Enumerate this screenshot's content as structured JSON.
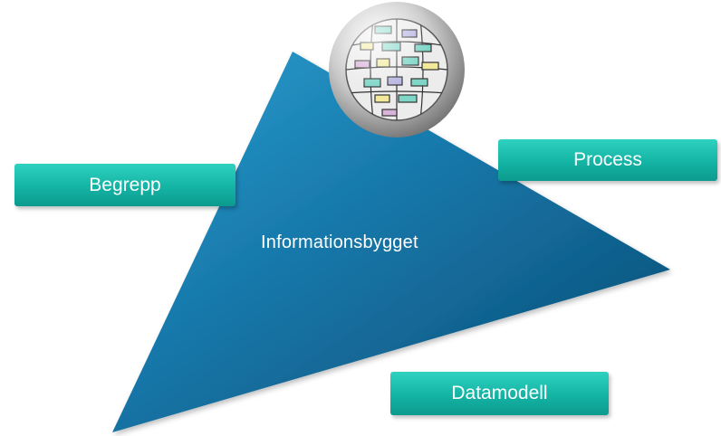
{
  "diagram": {
    "center_label": "Informationsbygget",
    "nodes": [
      {
        "id": "begrepp",
        "label": "Begrepp"
      },
      {
        "id": "process",
        "label": "Process"
      },
      {
        "id": "datamodell",
        "label": "Datamodell"
      }
    ],
    "colors": {
      "triangle_light": "#1e88b8",
      "triangle_dark": "#0b4f78",
      "box_top": "#2fd1c0",
      "box_bottom": "#0c9a8e",
      "text": "#ffffff"
    },
    "globe_icon": "puzzle-globe-icon"
  }
}
